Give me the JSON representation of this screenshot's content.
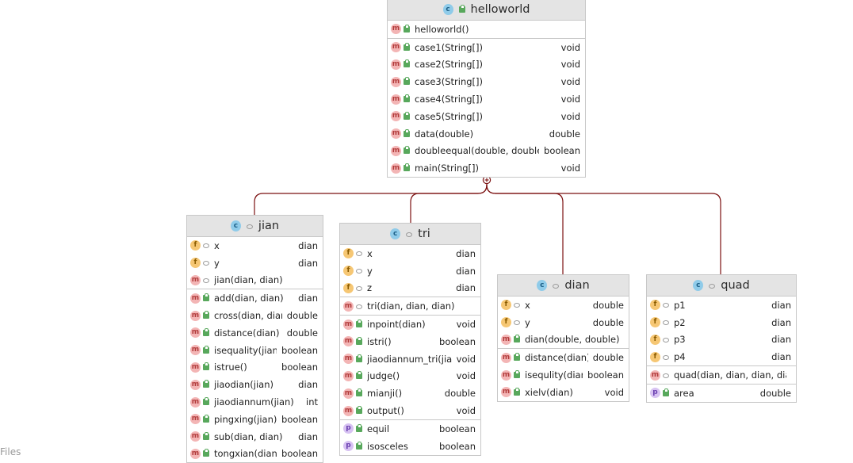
{
  "classes": {
    "helloworld": {
      "name": "helloworld",
      "icon": "class-icon",
      "sections": [
        [
          {
            "kind": "m",
            "vis": "pub",
            "name": "helloworld()",
            "type": ""
          }
        ],
        [
          {
            "kind": "m",
            "vis": "pub",
            "name": "case1(String[])",
            "type": "void"
          },
          {
            "kind": "m",
            "vis": "pub",
            "name": "case2(String[])",
            "type": "void"
          },
          {
            "kind": "m",
            "vis": "pub",
            "name": "case3(String[])",
            "type": "void"
          },
          {
            "kind": "m",
            "vis": "pub",
            "name": "case4(String[])",
            "type": "void"
          },
          {
            "kind": "m",
            "vis": "pub",
            "name": "case5(String[])",
            "type": "void"
          },
          {
            "kind": "m",
            "vis": "pub",
            "name": "data(double)",
            "type": "double"
          },
          {
            "kind": "m",
            "vis": "pub",
            "name": "doubleequal(double, double)",
            "type": "boolean"
          },
          {
            "kind": "m",
            "vis": "pub",
            "name": "main(String[])",
            "type": "void"
          }
        ]
      ]
    },
    "jian": {
      "name": "jian",
      "sections": [
        [
          {
            "kind": "f",
            "vis": "pkg",
            "name": "x",
            "type": "dian"
          },
          {
            "kind": "f",
            "vis": "pkg",
            "name": "y",
            "type": "dian"
          },
          {
            "kind": "m",
            "vis": "pkg",
            "name": "jian(dian, dian)",
            "type": ""
          }
        ],
        [
          {
            "kind": "m",
            "vis": "pub",
            "name": "add(dian, dian)",
            "type": "dian"
          },
          {
            "kind": "m",
            "vis": "pub",
            "name": "cross(dian, dian)",
            "type": "double"
          },
          {
            "kind": "m",
            "vis": "pub",
            "name": "distance(dian)",
            "type": "double"
          },
          {
            "kind": "m",
            "vis": "pub",
            "name": "isequality(jian)",
            "type": "boolean"
          },
          {
            "kind": "m",
            "vis": "pub",
            "name": "istrue()",
            "type": "boolean"
          },
          {
            "kind": "m",
            "vis": "pub",
            "name": "jiaodian(jian)",
            "type": "dian"
          },
          {
            "kind": "m",
            "vis": "pub",
            "name": "jiaodiannum(jian)",
            "type": "int"
          },
          {
            "kind": "m",
            "vis": "pub",
            "name": "pingxing(jian)",
            "type": "boolean"
          },
          {
            "kind": "m",
            "vis": "pub",
            "name": "sub(dian, dian)",
            "type": "dian"
          },
          {
            "kind": "m",
            "vis": "pub",
            "name": "tongxian(dian)",
            "type": "boolean"
          }
        ]
      ]
    },
    "tri": {
      "name": "tri",
      "sections": [
        [
          {
            "kind": "f",
            "vis": "pkg",
            "name": "x",
            "type": "dian"
          },
          {
            "kind": "f",
            "vis": "pkg",
            "name": "y",
            "type": "dian"
          },
          {
            "kind": "f",
            "vis": "pkg",
            "name": "z",
            "type": "dian"
          }
        ],
        [
          {
            "kind": "m",
            "vis": "pkg",
            "name": "tri(dian, dian, dian)",
            "type": ""
          }
        ],
        [
          {
            "kind": "m",
            "vis": "pub",
            "name": "inpoint(dian)",
            "type": "void"
          },
          {
            "kind": "m",
            "vis": "pub",
            "name": "istri()",
            "type": "boolean"
          },
          {
            "kind": "m",
            "vis": "pub",
            "name": "jiaodiannum_tri(jian)",
            "type": "void"
          },
          {
            "kind": "m",
            "vis": "pub",
            "name": "judge()",
            "type": "void"
          },
          {
            "kind": "m",
            "vis": "pub",
            "name": "mianji()",
            "type": "double"
          },
          {
            "kind": "m",
            "vis": "pub",
            "name": "output()",
            "type": "void"
          }
        ],
        [
          {
            "kind": "p",
            "vis": "pub",
            "name": "equil",
            "type": "boolean"
          },
          {
            "kind": "p",
            "vis": "pub",
            "name": "isosceles",
            "type": "boolean"
          }
        ]
      ]
    },
    "dian": {
      "name": "dian",
      "sections": [
        [
          {
            "kind": "f",
            "vis": "pkg",
            "name": "x",
            "type": "double"
          },
          {
            "kind": "f",
            "vis": "pkg",
            "name": "y",
            "type": "double"
          },
          {
            "kind": "m",
            "vis": "pub",
            "name": "dian(double, double)",
            "type": ""
          }
        ],
        [
          {
            "kind": "m",
            "vis": "pub",
            "name": "distance(dian)",
            "type": "double"
          },
          {
            "kind": "m",
            "vis": "pub",
            "name": "isequlity(dian)",
            "type": "boolean"
          },
          {
            "kind": "m",
            "vis": "pub",
            "name": "xielv(dian)",
            "type": "void"
          }
        ]
      ]
    },
    "quad": {
      "name": "quad",
      "sections": [
        [
          {
            "kind": "f",
            "vis": "pkg",
            "name": "p1",
            "type": "dian"
          },
          {
            "kind": "f",
            "vis": "pkg",
            "name": "p2",
            "type": "dian"
          },
          {
            "kind": "f",
            "vis": "pkg",
            "name": "p3",
            "type": "dian"
          },
          {
            "kind": "f",
            "vis": "pkg",
            "name": "p4",
            "type": "dian"
          }
        ],
        [
          {
            "kind": "m",
            "vis": "pkg",
            "name": "quad(dian, dian, dian, dian)",
            "type": ""
          }
        ],
        [
          {
            "kind": "p",
            "vis": "pub",
            "name": "area",
            "type": "double"
          }
        ]
      ]
    }
  },
  "connector_color": "#7b1010",
  "footer_text": "Files"
}
